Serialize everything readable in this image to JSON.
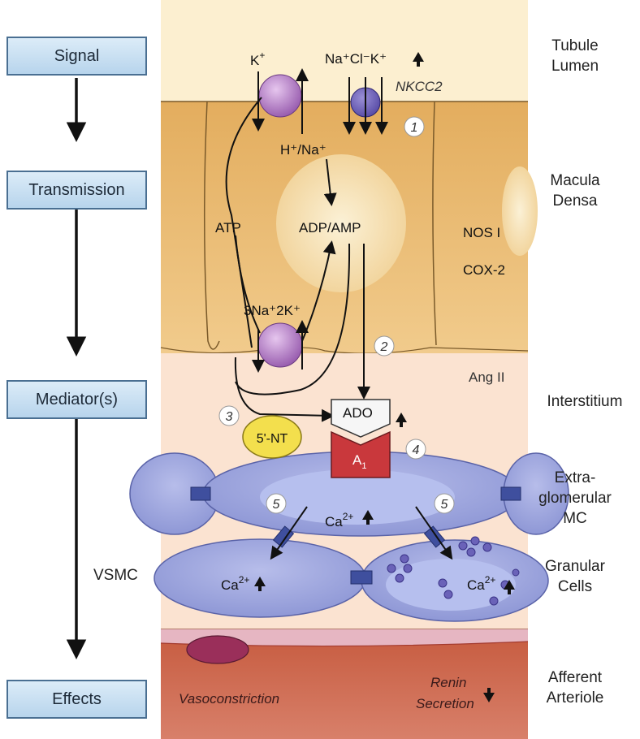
{
  "stages": {
    "signal": "Signal",
    "transmission": "Transmission",
    "mediators": "Mediator(s)",
    "effects": "Effects",
    "vsmc": "VSMC"
  },
  "regions": {
    "tubule_lumen": [
      "Tubule",
      "Lumen"
    ],
    "macula_densa": [
      "Macula",
      "Densa"
    ],
    "interstitium": "Interstitium",
    "extraglomerular_mc": [
      "Extra-",
      "glomerular",
      "MC"
    ],
    "granular_cells": [
      "Granular",
      "Cells"
    ],
    "afferent_arteriole": [
      "Afferent",
      "Arteriole"
    ]
  },
  "diagram": {
    "k_label": "K",
    "k_sup": "+",
    "nkcc_ions": "Na⁺Cl⁻K⁺",
    "nkcc2": "NKCC2",
    "h_na": "H⁺/Na⁺",
    "atp": "ATP",
    "adp_amp": "ADP/AMP",
    "nos": "NOS I",
    "cox": "COX-2",
    "na_k_pump": "3Na⁺2K⁺",
    "ang2": "Ang II",
    "ado": "ADO",
    "a1": "A",
    "a1_sub": "1",
    "five_nt": "5'-NT",
    "ca": "Ca",
    "ca_sup": "2+",
    "vasoconstriction": "Vasoconstriction",
    "renin": [
      "Renin",
      "Secretion"
    ],
    "steps": [
      "1",
      "2",
      "3",
      "4",
      "5",
      "5"
    ]
  },
  "colors": {
    "lumen": "#fbecc9",
    "macula": "#e9b86a",
    "interstitium": "#fbe4d3",
    "mc_cell": "#9aa4dc",
    "arteriole": "#c6452e",
    "pump": "#b883c6",
    "a1": "#c7373b",
    "five_nt": "#f3de4e",
    "stage_box": "#c6def2"
  }
}
